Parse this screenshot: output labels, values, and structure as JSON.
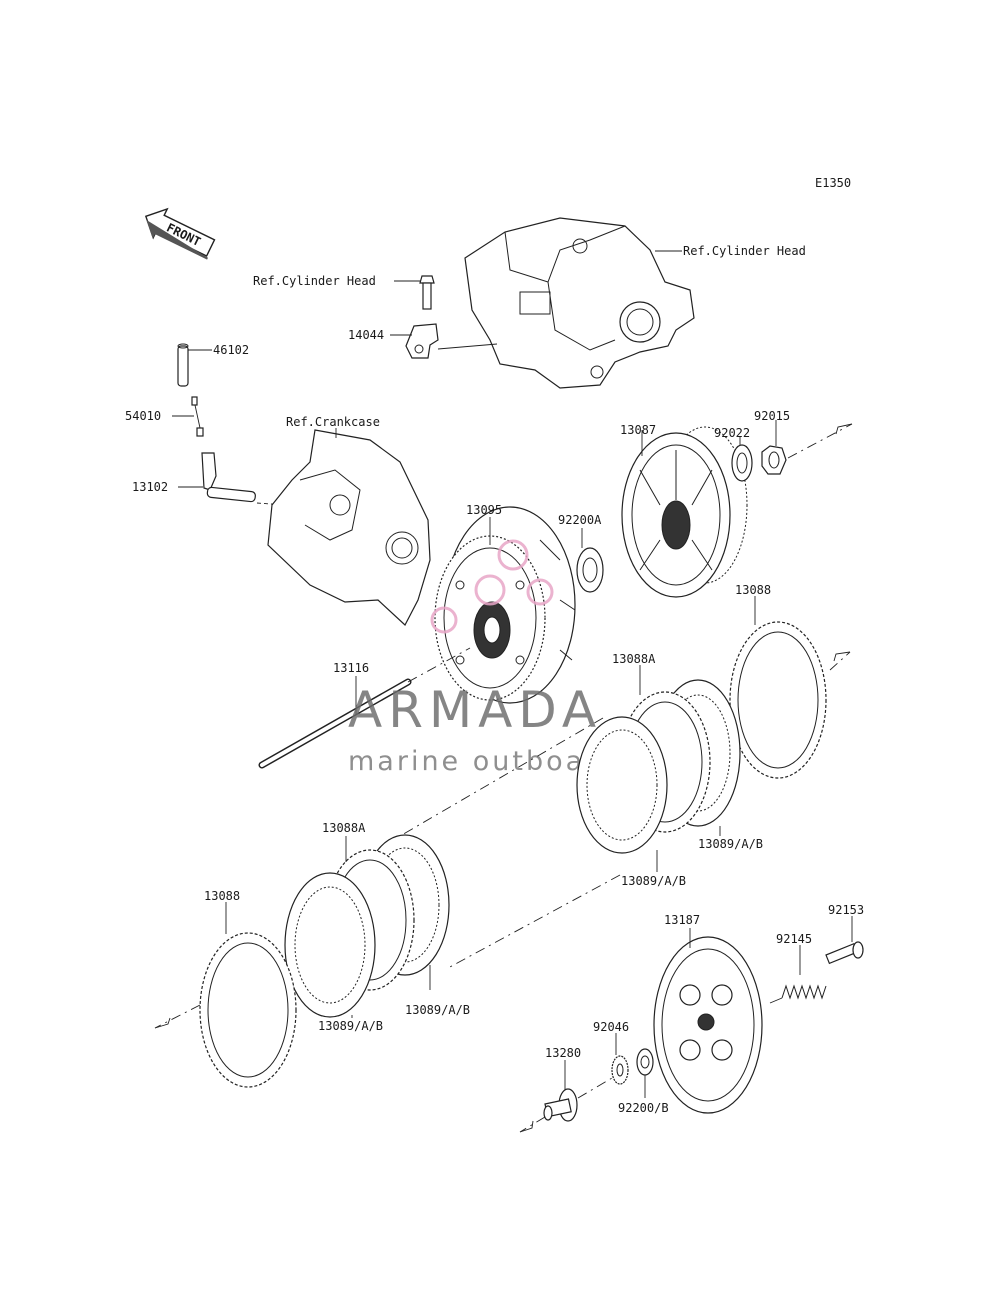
{
  "diagram_code": "E1350",
  "front_arrow_label": "FRONT",
  "watermark": {
    "brand": "ARMADA",
    "tagline": "marine outboards",
    "logo_color": "#e8a6c7"
  },
  "references": {
    "cylinder_head_bolt": "Ref.Cylinder Head",
    "cylinder_head": "Ref.Cylinder Head",
    "crankcase": "Ref.Crankcase"
  },
  "callouts": {
    "p46102": "46102",
    "p54010": "54010",
    "p13102": "13102",
    "p14044": "14044",
    "p13087": "13087",
    "p92022": "92022",
    "p92015": "92015",
    "p13095": "13095",
    "p92200A": "92200A",
    "p13116": "13116",
    "p13088_top": "13088",
    "p13088A_top": "13088A",
    "p13089_top1": "13089/A/B",
    "p13089_top2": "13089/A/B",
    "p13088A_bottom": "13088A",
    "p13088_bottom": "13088",
    "p13089_bottom1": "13089/A/B",
    "p13089_bottom2": "13089/A/B",
    "p13187": "13187",
    "p92145": "92145",
    "p92153": "92153",
    "p92046": "92046",
    "p13280": "13280",
    "p92200B": "92200/B"
  }
}
